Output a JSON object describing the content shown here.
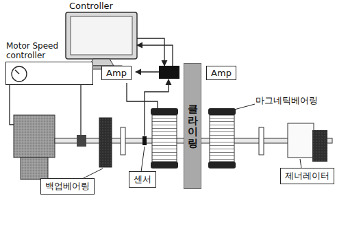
{
  "diagram": {
    "nodes": [
      {
        "text": [
          "Motor Speed controller"
        ]
      },
      {
        "text": [
          "Amp"
        ]
      },
      {
        "text": [
          "Amp"
        ]
      },
      {
        "text": [
          "클라이링"
        ]
      },
      {
        "text": [
          "센서"
        ]
      },
      {
        "text": [
          "백업베어링"
        ]
      },
      {
        "text": [
          "제너레이터"
        ]
      }
    ],
    "labels": [
      "Controller",
      "마그네틱베어링"
    ]
  }
}
